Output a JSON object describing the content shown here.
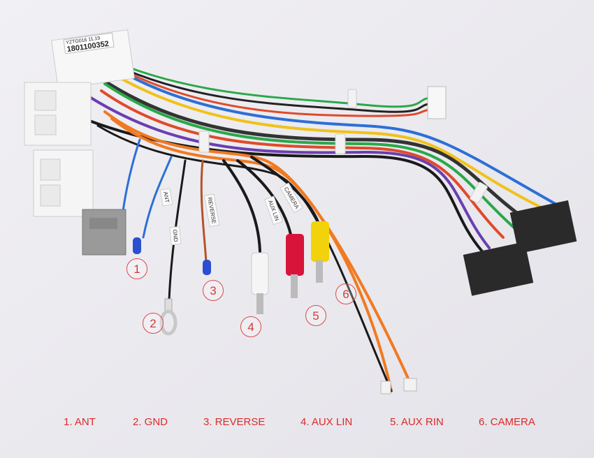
{
  "harness": {
    "part_label": "1801100352",
    "part_small_label": "YZTG016 11.19",
    "tags": {
      "ant": "ANT",
      "gnd": "GND",
      "reverse": "REVERSE",
      "aux_lin": "AUX LIN",
      "camera": "CAMERA"
    }
  },
  "callouts": [
    "1",
    "2",
    "3",
    "4",
    "5",
    "6"
  ],
  "legend": [
    "1. ANT",
    "2. GND",
    "3. REVERSE",
    "4. AUX LIN",
    "5. AUX RIN",
    "6. CAMERA"
  ],
  "colors": {
    "accent_red": "#d92b2b",
    "background": "#ecebf0"
  }
}
